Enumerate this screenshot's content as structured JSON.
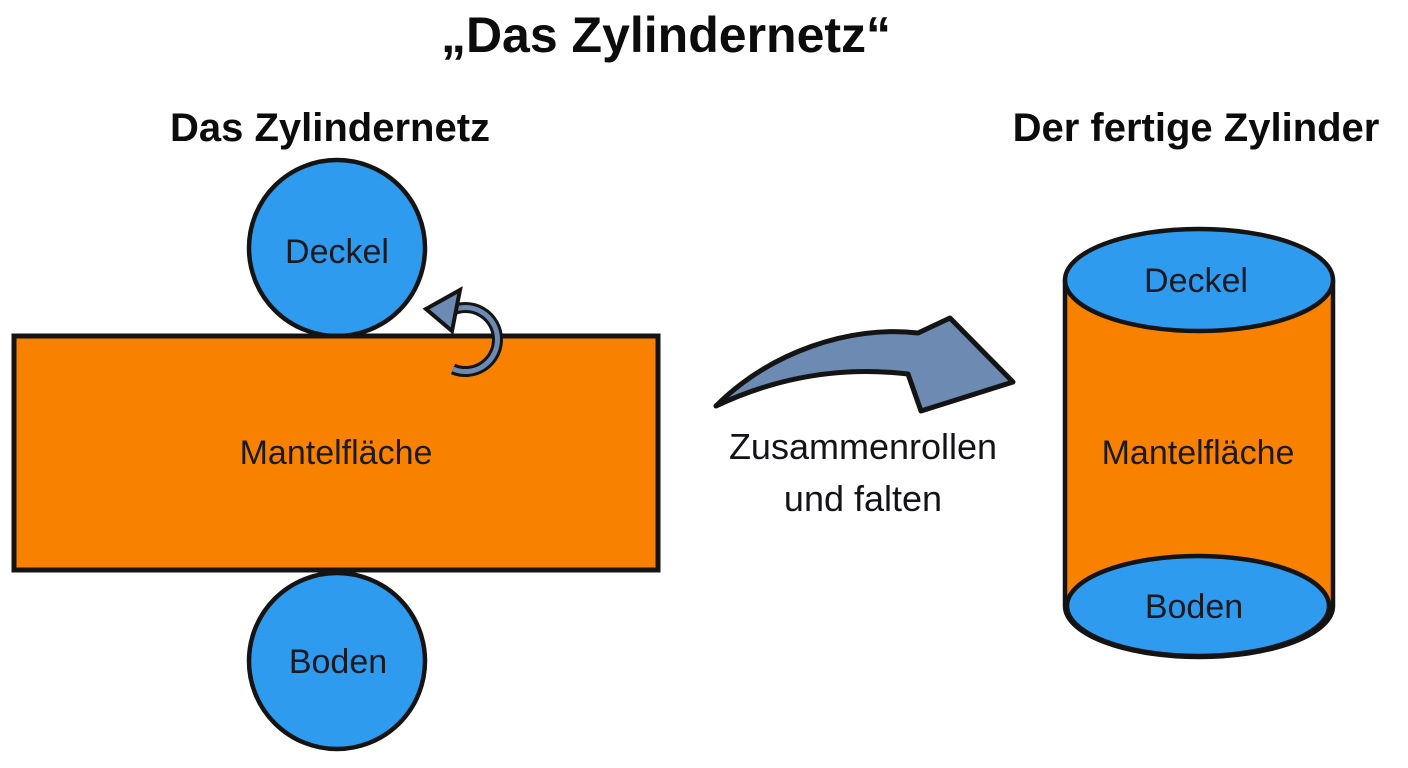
{
  "title": "„Das Zylindernetz“",
  "net": {
    "heading": "Das Zylindernetz",
    "top_circle_label": "Deckel",
    "rect_label": "Mantelfläche",
    "bottom_circle_label": "Boden"
  },
  "transform": {
    "caption_line1": "Zusammenrollen",
    "caption_line2": "und falten"
  },
  "cylinder": {
    "heading": "Der fertige Zylinder",
    "top_label": "Deckel",
    "body_label": "Mantelfläche",
    "bottom_label": "Boden"
  },
  "colors": {
    "circle_blue": "#2f9bee",
    "surface_orange": "#f88200",
    "arrow_slate": "#6d8ab2",
    "outline_black": "#141414"
  }
}
